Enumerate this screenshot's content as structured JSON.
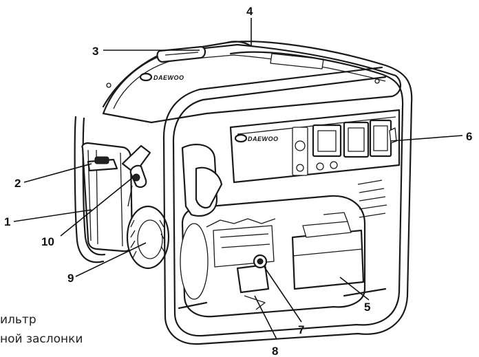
{
  "brand_text": "DAEWOO",
  "callouts": [
    {
      "id": "1",
      "label": "1"
    },
    {
      "id": "2",
      "label": "2"
    },
    {
      "id": "3",
      "label": "3"
    },
    {
      "id": "4",
      "label": "4"
    },
    {
      "id": "5",
      "label": "5"
    },
    {
      "id": "6",
      "label": "6"
    },
    {
      "id": "7",
      "label": "7"
    },
    {
      "id": "8",
      "label": "8"
    },
    {
      "id": "9",
      "label": "9"
    },
    {
      "id": "10",
      "label": "10"
    }
  ],
  "caption": {
    "line1": "ильтр",
    "line2": "ной заслонки"
  }
}
